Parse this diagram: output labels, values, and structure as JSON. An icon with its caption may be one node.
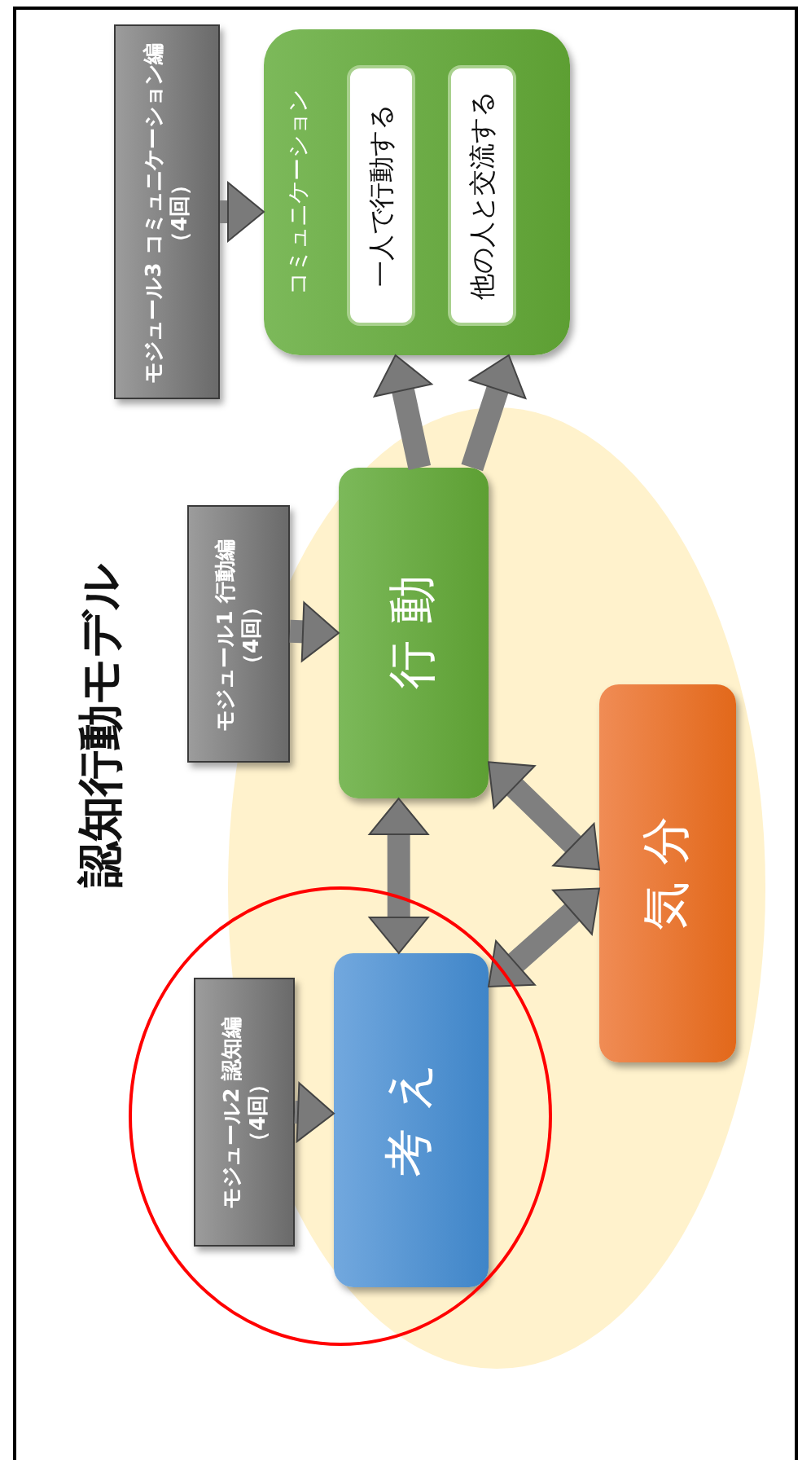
{
  "diagram": {
    "title": "認知行動モデル",
    "nodes": [
      {
        "text": [
          "モジュール3 コミュニケーション編（4回）"
        ]
      },
      {
        "text": [
          "コミュニケーション"
        ]
      },
      {
        "text": [
          "一人で行動する"
        ],
        "in": 1
      },
      {
        "text": [
          "他の人と交流する"
        ],
        "in": 1
      },
      {
        "text": [
          "モジュール1 行動編（4回）"
        ]
      },
      {
        "text": [
          "行 動"
        ]
      },
      {
        "text": [
          "モジュール2 認知編（4回）"
        ]
      },
      {
        "text": [
          "考 え"
        ]
      },
      {
        "text": [
          "気 分"
        ]
      }
    ],
    "edges": [
      {
        "from": 0,
        "to": 1,
        "arrow": "to"
      },
      {
        "from": 4,
        "to": 5,
        "arrow": "to"
      },
      {
        "from": 6,
        "to": 7,
        "arrow": "to"
      },
      {
        "from": 5,
        "to": 1,
        "arrow": "to"
      },
      {
        "from": 5,
        "to": 1,
        "arrow": "to"
      },
      {
        "from": 5,
        "to": 7,
        "arrow": "both"
      },
      {
        "from": 5,
        "to": 8,
        "arrow": "both"
      },
      {
        "from": 7,
        "to": 8,
        "arrow": "both"
      }
    ]
  }
}
